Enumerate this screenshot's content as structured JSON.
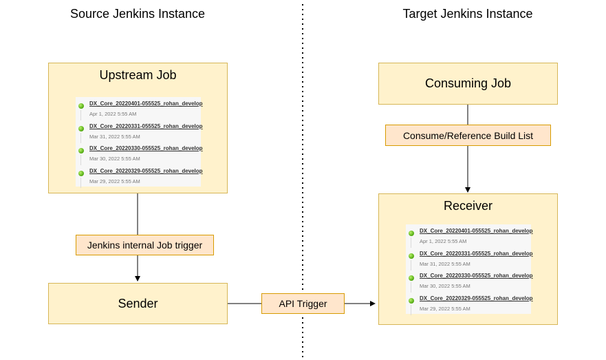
{
  "headings": {
    "source": "Source Jenkins Instance",
    "target": "Target Jenkins Instance"
  },
  "nodes": {
    "upstream_job": "Upstream Job",
    "sender": "Sender",
    "consuming_job": "Consuming Job",
    "receiver": "Receiver"
  },
  "edge_labels": {
    "internal_trigger": "Jenkins internal Job trigger",
    "api_trigger": "API Trigger",
    "consume_reference": "Consume/Reference Build List"
  },
  "upstream_builds": [
    {
      "name": "DX_Core_20220401-055525_rohan_develop",
      "date": "Apr 1, 2022 5:55 AM"
    },
    {
      "name": "DX_Core_20220331-055525_rohan_develop",
      "date": "Mar 31, 2022 5:55 AM"
    },
    {
      "name": "DX_Core_20220330-055525_rohan_develop",
      "date": "Mar 30, 2022 5:55 AM"
    },
    {
      "name": "DX_Core_20220329-055525_rohan_develop",
      "date": "Mar 29, 2022 5:55 AM"
    }
  ],
  "receiver_builds": [
    {
      "name": "DX_Core_20220401-055525_rohan_develop",
      "date": "Apr 1, 2022 5:55 AM"
    },
    {
      "name": "DX_Core_20220331-055525_rohan_develop",
      "date": "Mar 31, 2022 5:55 AM"
    },
    {
      "name": "DX_Core_20220330-055525_rohan_develop",
      "date": "Mar 30, 2022 5:55 AM"
    },
    {
      "name": "DX_Core_20220329-055525_rohan_develop",
      "date": "Mar 29, 2022 5:55 AM"
    }
  ],
  "colors": {
    "node_fill": "#fff2cc",
    "node_border": "#d6b656",
    "label_fill": "#ffe6cc",
    "label_border": "#d79b00",
    "build_success": "#5cb21a"
  },
  "icons": {
    "build_status": "green-ball-icon"
  }
}
